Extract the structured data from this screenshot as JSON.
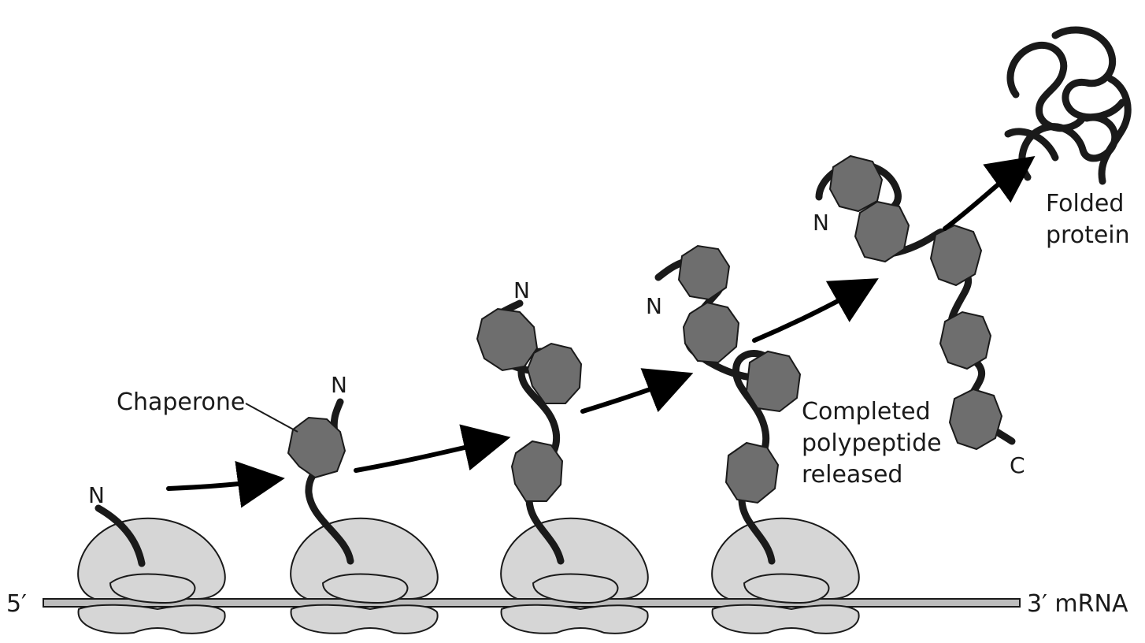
{
  "labels": {
    "five_prime": "5′",
    "three_prime_mrna": "3′  mRNA",
    "chaperone": "Chaperone",
    "n_terminus": "N",
    "c_terminus": "C",
    "completed_line1": "Completed",
    "completed_line2": "polypeptide",
    "completed_line3": "released",
    "folded_line1": "Folded",
    "folded_line2": "protein"
  },
  "colors": {
    "ribosome_fill": "#d6d6d6",
    "chaperone_fill": "#6e6e6e",
    "chain_stroke": "#1a1a1a",
    "mrna_fill": "#bdbdbd"
  }
}
